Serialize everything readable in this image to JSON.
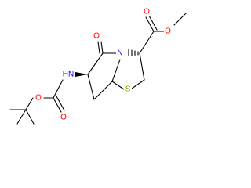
{
  "molecule": {
    "atoms": {
      "ester_carbonyl_oxygen": "O",
      "ester_ether_oxygen": "O",
      "lactam_carbonyl_oxygen": "O",
      "ring_nitrogen": "N",
      "thiazolidine_sulfur": "S",
      "amide_nitrogen": "HN",
      "carbamate_ether_oxygen": "O",
      "carbamate_carbonyl_oxygen": "O"
    },
    "colors": {
      "oxygen": "#ff0000",
      "nitrogen": "#0000ff",
      "sulfur": "#999900",
      "carbon_bond": "#000000"
    }
  }
}
